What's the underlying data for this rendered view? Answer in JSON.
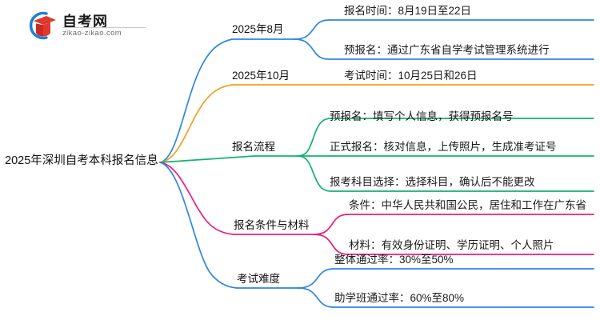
{
  "logo": {
    "name_cn": "自考网",
    "url": "zikao-zikao.com",
    "mark_arc_color": "#1b7fd4",
    "mark_book_color": "#e0372e"
  },
  "mindmap": {
    "root": {
      "label": "2025年深圳自考本科报名信息"
    },
    "colors": {
      "branch_1": "#2f86e0",
      "branch_2": "#eda221",
      "branch_3": "#13b36a",
      "branch_4": "#ec1e79",
      "branch_5": "#2f86e0"
    },
    "branches": [
      {
        "label": "2025年8月",
        "color": "#2f86e0",
        "children": [
          {
            "label": "报名时间：8月19日至22日"
          },
          {
            "label": "预报名：通过广东省自学考试管理系统进行"
          }
        ]
      },
      {
        "label": "2025年10月",
        "color": "#eda221",
        "children": [
          {
            "label": "考试时间：10月25日和26日"
          }
        ]
      },
      {
        "label": "报名流程",
        "color": "#13b36a",
        "children": [
          {
            "label": "预报名：填写个人信息，获得预报名号"
          },
          {
            "label": "正式报名：核对信息，上传照片，生成准考证号"
          },
          {
            "label": "报考科目选择：选择科目，确认后不能更改"
          }
        ]
      },
      {
        "label": "报名条件与材料",
        "color": "#ec1e79",
        "children": [
          {
            "label": "条件：中华人民共和国公民，居住和工作在广东省"
          },
          {
            "label": "材料：有效身份证明、学历证明、个人照片"
          }
        ]
      },
      {
        "label": "考试难度",
        "color": "#2f86e0",
        "children": [
          {
            "label": "整体通过率：30%至50%"
          },
          {
            "label": "助学班通过率：60%至80%"
          }
        ]
      }
    ]
  }
}
